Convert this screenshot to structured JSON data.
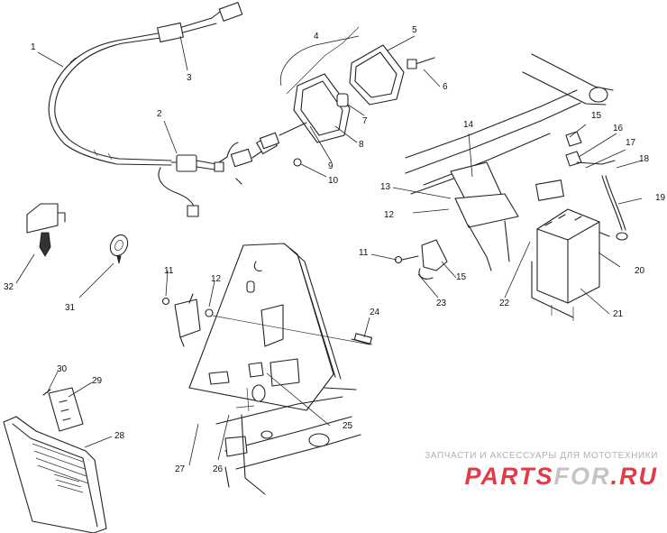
{
  "diagram": {
    "callouts": [
      {
        "id": "c1",
        "text": "1"
      },
      {
        "id": "c2",
        "text": "2"
      },
      {
        "id": "c3",
        "text": "3"
      },
      {
        "id": "c4",
        "text": "4"
      },
      {
        "id": "c5",
        "text": "5"
      },
      {
        "id": "c6",
        "text": "6"
      },
      {
        "id": "c7",
        "text": "7"
      },
      {
        "id": "c8",
        "text": "8"
      },
      {
        "id": "c9",
        "text": "9"
      },
      {
        "id": "c10",
        "text": "10"
      },
      {
        "id": "c11a",
        "text": "11"
      },
      {
        "id": "c11b",
        "text": "11"
      },
      {
        "id": "c12a",
        "text": "12"
      },
      {
        "id": "c12b",
        "text": "12"
      },
      {
        "id": "c13",
        "text": "13"
      },
      {
        "id": "c14",
        "text": "14"
      },
      {
        "id": "c15a",
        "text": "15"
      },
      {
        "id": "c15b",
        "text": "15"
      },
      {
        "id": "c16",
        "text": "16"
      },
      {
        "id": "c17",
        "text": "17"
      },
      {
        "id": "c18",
        "text": "18"
      },
      {
        "id": "c19",
        "text": "19"
      },
      {
        "id": "c20",
        "text": "20"
      },
      {
        "id": "c21",
        "text": "21"
      },
      {
        "id": "c22",
        "text": "22"
      },
      {
        "id": "c23",
        "text": "23"
      },
      {
        "id": "c24",
        "text": "24"
      },
      {
        "id": "c25",
        "text": "25"
      },
      {
        "id": "c26",
        "text": "26"
      },
      {
        "id": "c27",
        "text": "27"
      },
      {
        "id": "c28",
        "text": "28"
      },
      {
        "id": "c29",
        "text": "29"
      },
      {
        "id": "c30",
        "text": "30"
      },
      {
        "id": "c31",
        "text": "31"
      },
      {
        "id": "c32",
        "text": "32"
      }
    ]
  },
  "watermark": {
    "tagline": "ЗАПЧАСТИ И АКСЕССУАРЫ ДЛЯ МОТОТЕХНИКИ",
    "logo_part1": "PARTS",
    "logo_part2": "FOR",
    "logo_part3": ".RU"
  },
  "colors": {
    "line": "#222222",
    "background": "#ffffff",
    "watermark_red": "#e63946",
    "watermark_grey": "#c4c4c4"
  }
}
